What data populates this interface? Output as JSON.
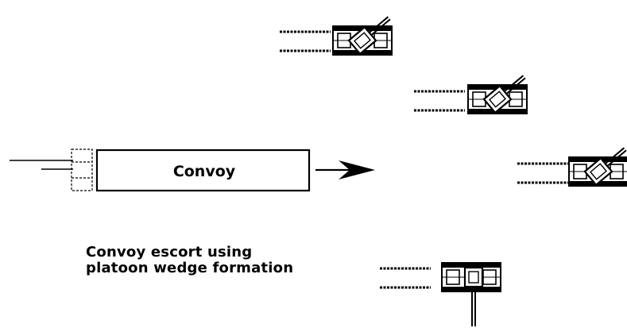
{
  "convoy": {
    "label": "Convoy"
  },
  "caption": {
    "line1": "Convoy escort using",
    "line2": "platoon wedge formation"
  },
  "colors": {
    "ink": "#000000",
    "background": "#ffffff"
  },
  "icons": {
    "vehicle": "tank-icon",
    "motion": "speed-lines",
    "direction": "arrow-right-icon"
  }
}
